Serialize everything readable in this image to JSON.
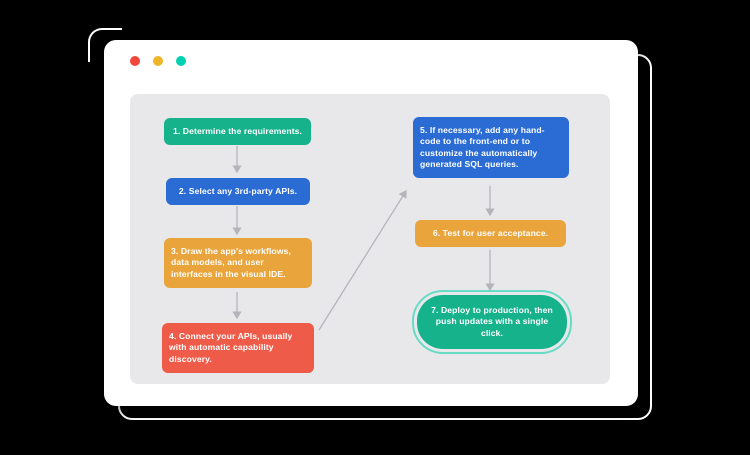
{
  "window": {
    "traffic_lights": [
      {
        "name": "red-dot",
        "color": "#f2483b"
      },
      {
        "name": "yellow-dot",
        "color": "#f0b429"
      },
      {
        "name": "teal-dot",
        "color": "#00d1b2"
      }
    ]
  },
  "flowchart": {
    "panel_color": "#e8e8ea",
    "arrow_color": "#b4b4bc",
    "steps": [
      {
        "label": "1. Determine the requirements.",
        "color": "#16b28c"
      },
      {
        "label": "2. Select any 3rd-party APIs.",
        "color": "#2a6bd4"
      },
      {
        "label": "3. Draw the app's workflows, data models, and user interfaces in the visual IDE.",
        "color": "#e9a43c"
      },
      {
        "label": "4. Connect your APIs, usually with automatic capability discovery.",
        "color": "#ef5b49"
      },
      {
        "label": "5. If necessary, add any hand-code to the front-end or to customize the automatically generated SQL queries.",
        "color": "#2a6bd4"
      },
      {
        "label": "6. Test for user acceptance.",
        "color": "#e9a43c"
      },
      {
        "label": "7. Deploy to production, then push updates with a single click.",
        "color": "#16b28c",
        "ring_color": "#67dcc5"
      }
    ]
  }
}
